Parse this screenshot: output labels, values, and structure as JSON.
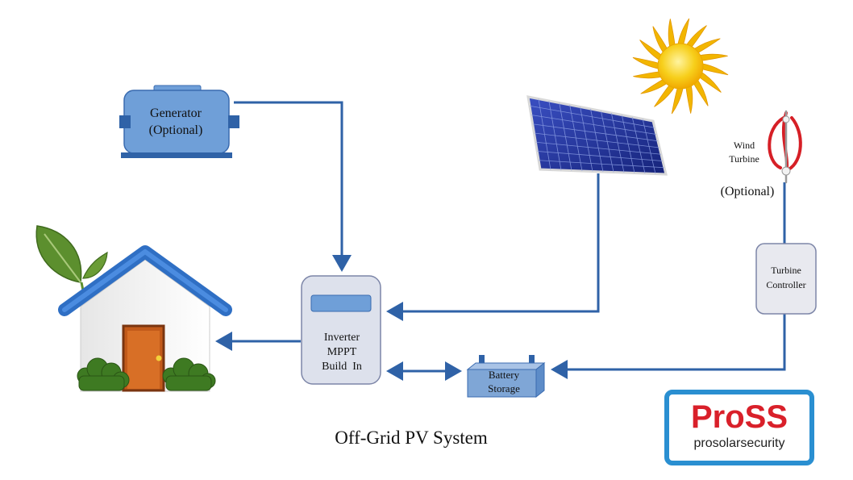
{
  "diagram": {
    "title": "Off-Grid PV System",
    "generator": {
      "line1": "Generator",
      "line2": "(Optional)"
    },
    "inverter": {
      "line1": "Inverter",
      "line2": "MPPT",
      "line3": "Build  In"
    },
    "battery": {
      "line1": "Battery",
      "line2": "Storage"
    },
    "turbine_controller": {
      "line1": "Turbine",
      "line2": "Controller"
    },
    "wind_turbine": {
      "line1": "Wind",
      "line2": "Turbine",
      "optional": "(Optional)"
    },
    "icons": [
      "generator-icon",
      "house-icon",
      "solar-panel-icon",
      "sun-icon",
      "wind-turbine-icon",
      "battery-icon"
    ]
  },
  "logo": {
    "main": "ProSS",
    "sub": "prosolarsecurity"
  },
  "colors": {
    "wire": "#2f62a7",
    "box_fill": "#dde1ec",
    "generator_fill": "#6f9fd8",
    "battery_fill": "#7fa6d6",
    "roof": "#2f6fc4",
    "panel": "#1e2f9a",
    "sun": "#f6c400",
    "logo_red": "#d9202a",
    "logo_border": "#2a8fd1"
  }
}
